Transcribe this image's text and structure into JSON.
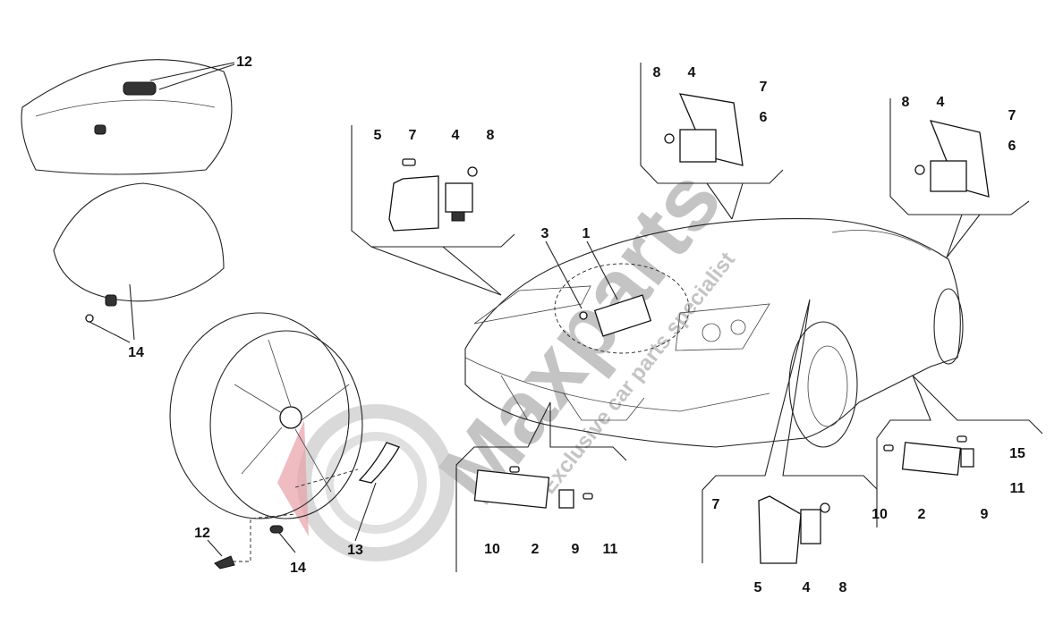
{
  "diagram": {
    "watermark_brand": "Maxparts",
    "watermark_tagline": "Exclusive car parts specialist",
    "accent_color": "#e8a0a8",
    "callouts": [
      "12",
      "14",
      "5",
      "7",
      "4",
      "8",
      "8",
      "4",
      "7",
      "6",
      "8",
      "4",
      "7",
      "6",
      "3",
      "1",
      "12",
      "14",
      "13",
      "10",
      "2",
      "9",
      "11",
      "7",
      "5",
      "4",
      "8",
      "15",
      "11",
      "10",
      "2",
      "9"
    ]
  }
}
